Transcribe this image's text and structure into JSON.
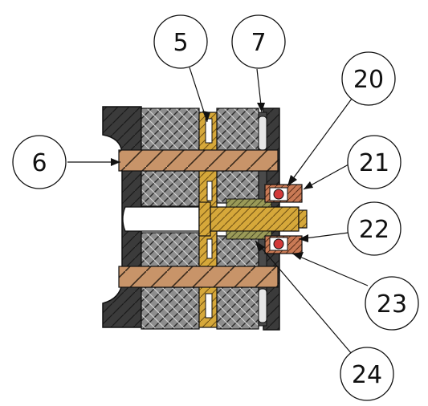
{
  "figure": {
    "description_type": "assembly-section-view",
    "colors": {
      "dark_housing": "#3a3a3a",
      "hatch_insulation": "#8c8c8c",
      "bronze_rod": "#c8966b",
      "brass_part": "#d6a83a",
      "olive_part": "#9a9a58",
      "bearing_red": "#d23a3a",
      "background": "#ffffff"
    },
    "callouts": [
      {
        "id": "callout-5",
        "label": "5"
      },
      {
        "id": "callout-7",
        "label": "7"
      },
      {
        "id": "callout-6",
        "label": "6"
      },
      {
        "id": "callout-20",
        "label": "20"
      },
      {
        "id": "callout-21",
        "label": "21"
      },
      {
        "id": "callout-22",
        "label": "22"
      },
      {
        "id": "callout-23",
        "label": "23"
      },
      {
        "id": "callout-24",
        "label": "24"
      }
    ]
  }
}
